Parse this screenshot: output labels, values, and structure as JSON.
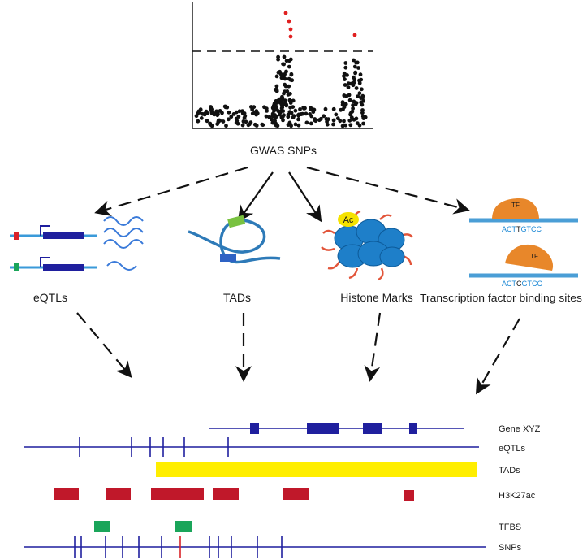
{
  "gwas": {
    "label": "GWAS SNPs",
    "threshold_marker": "dashed significance line",
    "significant_color": "#e02020",
    "point_color": "#111111"
  },
  "categories": [
    {
      "id": "eqtl",
      "label": "eQTLs"
    },
    {
      "id": "tad",
      "label": "TADs"
    },
    {
      "id": "histone",
      "label": "Histone Marks",
      "acetyl_label": "Ac"
    },
    {
      "id": "tfbs",
      "label": "Transcription factor binding sites",
      "tf_label": "TF",
      "seq1": {
        "a": "ACT",
        "b": "T",
        "c": "GTCC"
      },
      "seq2": {
        "a": "ACT",
        "b": "C",
        "c": "GTCC"
      }
    }
  ],
  "tracks": [
    {
      "id": "gene",
      "label": "Gene XYZ",
      "color": "#1f1f9e"
    },
    {
      "id": "eqtl",
      "label": "eQTLs",
      "color": "#1f1f9e"
    },
    {
      "id": "tad",
      "label": "TADs",
      "color": "#ffee00"
    },
    {
      "id": "h3k27ac",
      "label": "H3K27ac",
      "color": "#c0182a"
    },
    {
      "id": "tfbs",
      "label": "TFBS",
      "color": "#1aa55a"
    },
    {
      "id": "snps",
      "label": "SNPs",
      "color": "#1f1f9e"
    }
  ]
}
